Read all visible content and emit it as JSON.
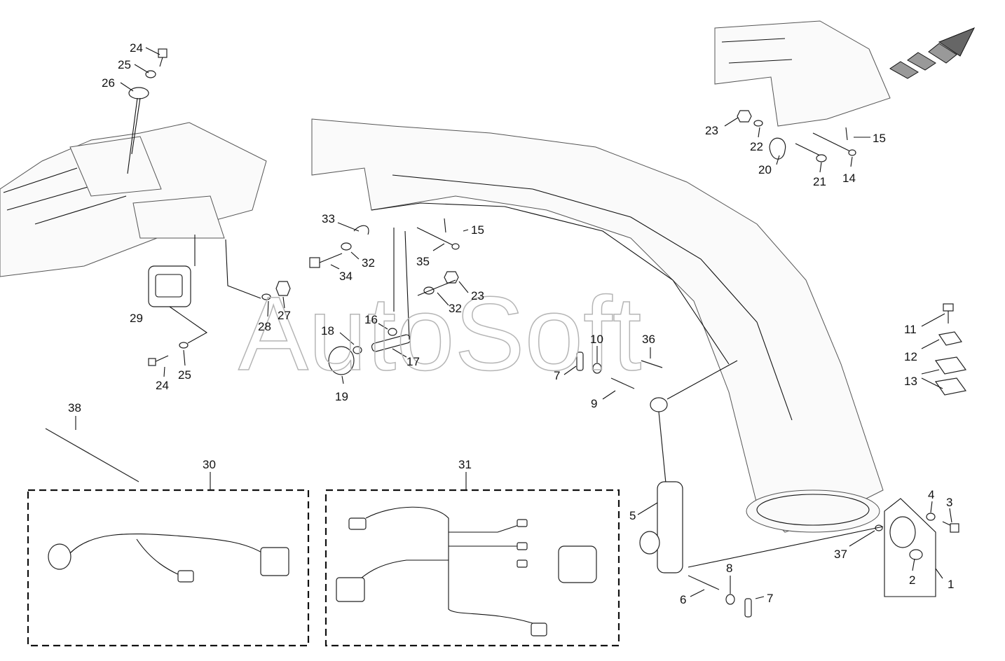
{
  "watermark": "AutoSoft",
  "footer_code": "...",
  "callouts": [
    "1",
    "2",
    "3",
    "4",
    "5",
    "6",
    "7",
    "8",
    "9",
    "10",
    "11",
    "12",
    "13",
    "14",
    "15",
    "16",
    "17",
    "18",
    "19",
    "20",
    "21",
    "22",
    "23",
    "24",
    "25",
    "26",
    "27",
    "28",
    "29",
    "30",
    "31",
    "32",
    "33",
    "34",
    "35",
    "36",
    "37",
    "38"
  ],
  "groups": {
    "harness_kit_a": "30",
    "harness_kit_b": "31"
  },
  "colors": {
    "line": "#111111",
    "watermark": "#b5b5b5",
    "background": "#ffffff"
  },
  "icons": [
    "direction-arrow-icon"
  ]
}
